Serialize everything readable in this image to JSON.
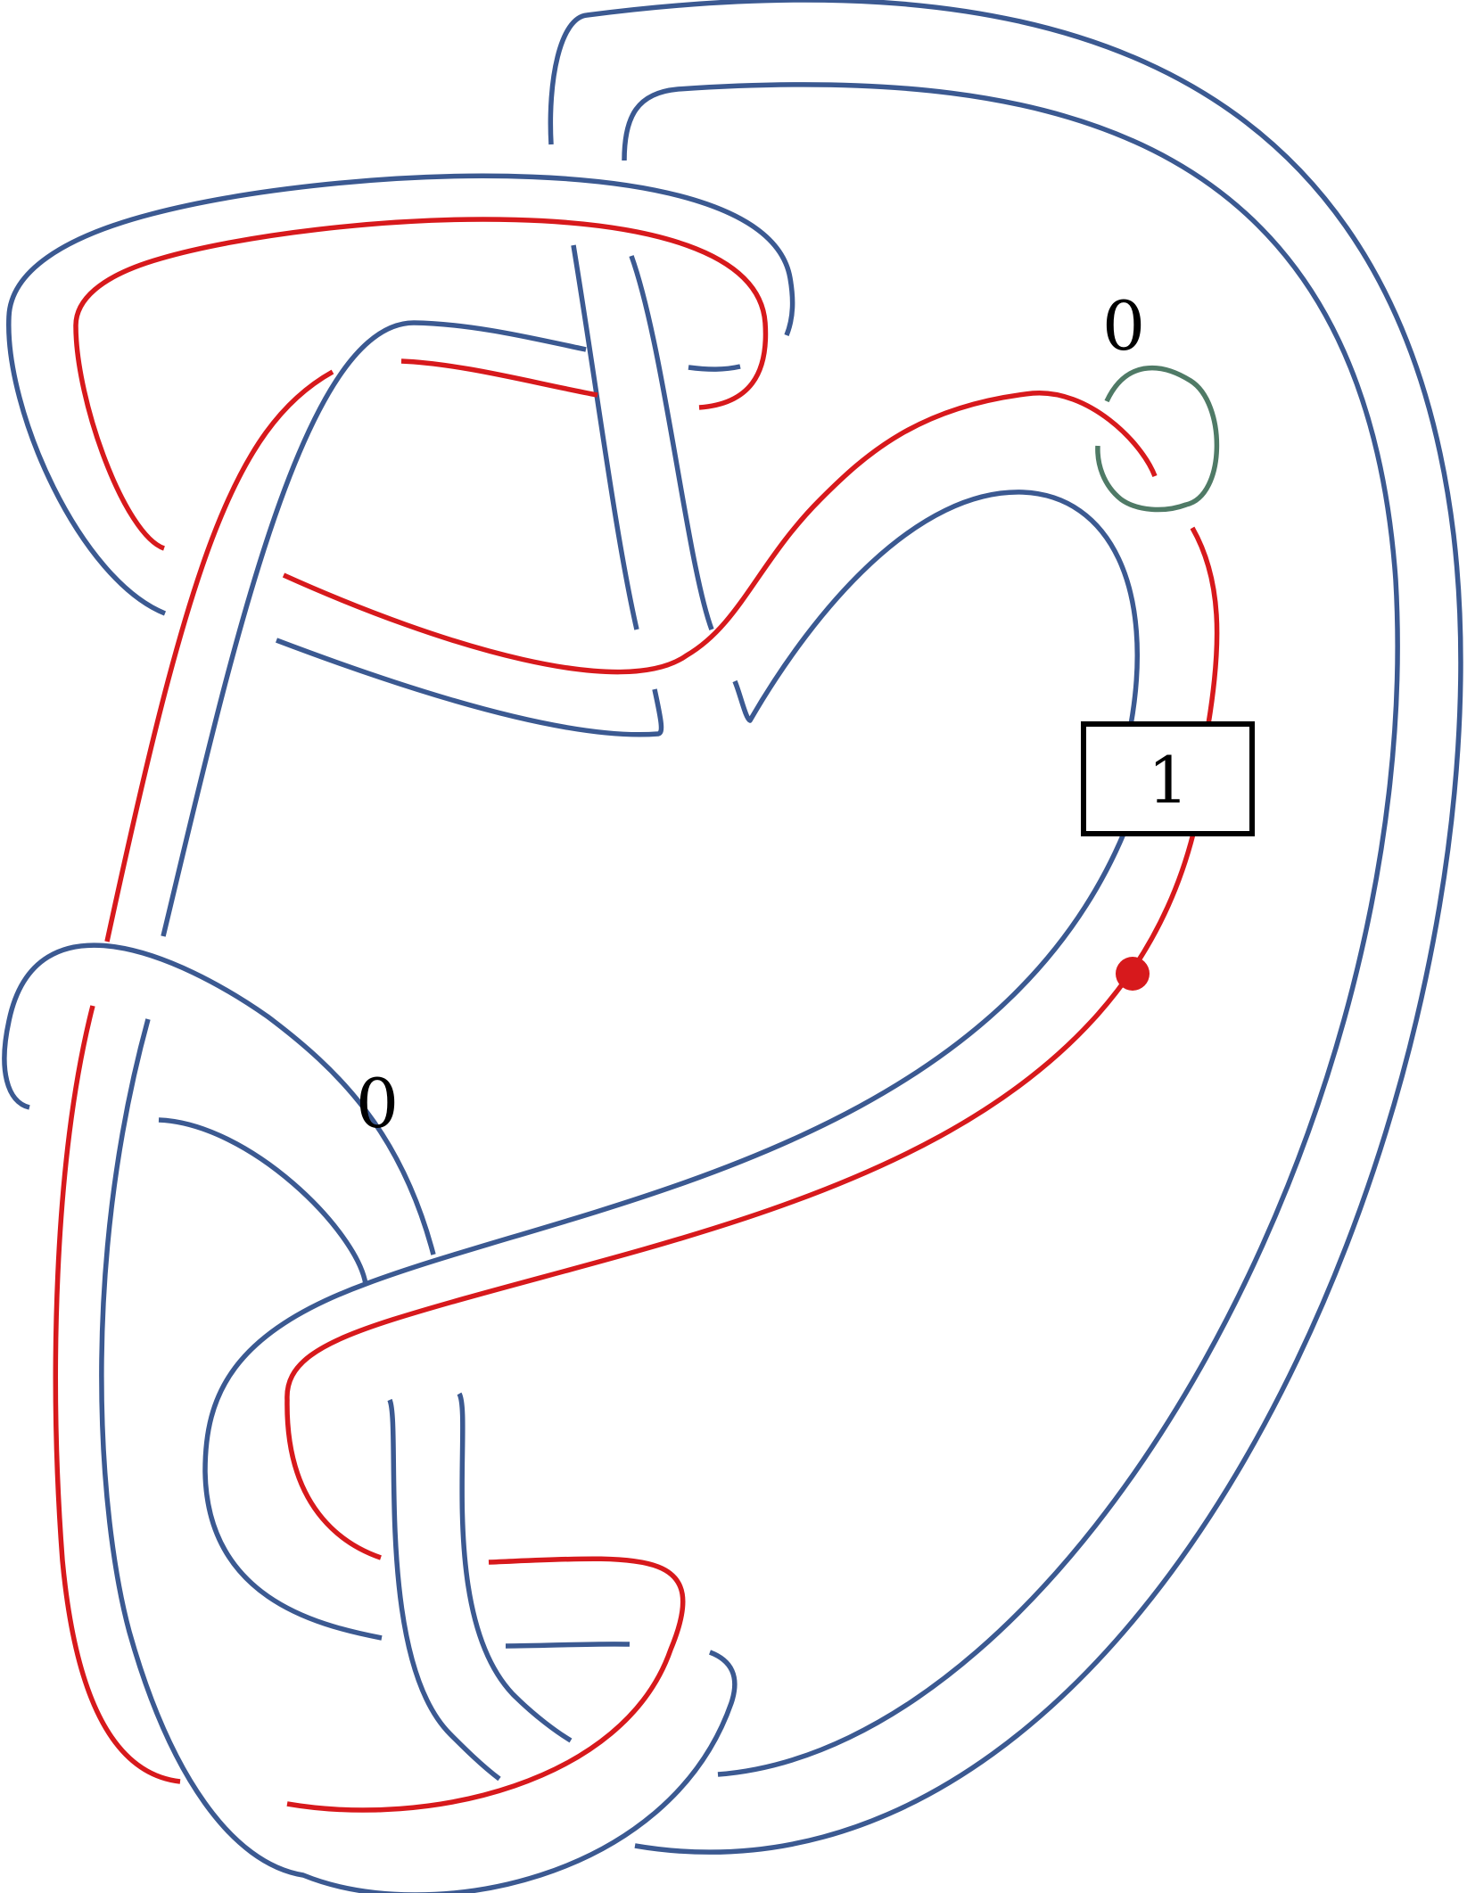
{
  "diagram": {
    "framing_labels": [
      "0",
      "0"
    ],
    "box_label": "1",
    "colors": {
      "blue_strand": "#3b5991",
      "red_strand": "#d7191c",
      "green_strand": "#4f7a66",
      "box_border": "#000000",
      "background": "#ffffff"
    }
  }
}
